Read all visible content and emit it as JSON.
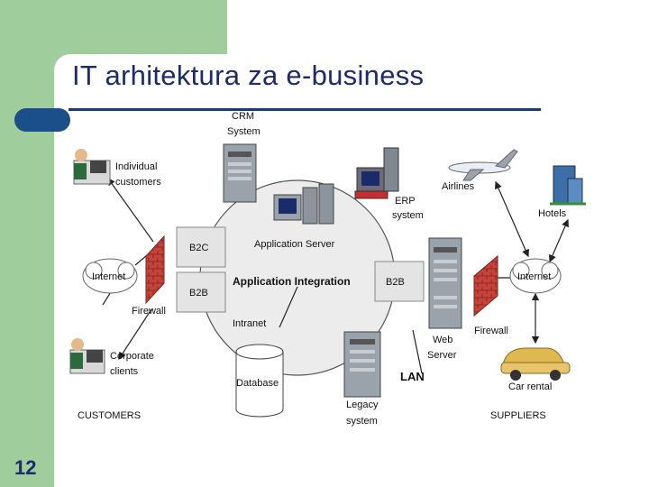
{
  "slide": {
    "title": "IT arhitektura za e-business",
    "page_number": "12"
  },
  "diagram": {
    "crm_label_1": "CRM",
    "crm_label_2": "System",
    "individual_1": "Individual",
    "individual_2": "customers",
    "erp_label_1": "ERP",
    "erp_label_2": "system",
    "airlines": "Airlines",
    "hotels": "Hotels",
    "b2c": "B2C",
    "b2b_left": "B2B",
    "b2b_right": "B2B",
    "application_server": "Application Server",
    "application_integration": "Application Integration",
    "internet_left": "Internet",
    "internet_right": "Internet",
    "firewall_left": "Firewall",
    "firewall_right": "Firewall",
    "intranet": "Intranet",
    "web_server_1": "Web",
    "web_server_2": "Server",
    "corporate_1": "Corporate",
    "corporate_2": "clients",
    "database": "Database",
    "lan": "LAN",
    "car_rental": "Car rental",
    "legacy_1": "Legacy",
    "legacy_2": "system",
    "customers": "CUSTOMERS",
    "suppliers": "SUPPLIERS"
  }
}
